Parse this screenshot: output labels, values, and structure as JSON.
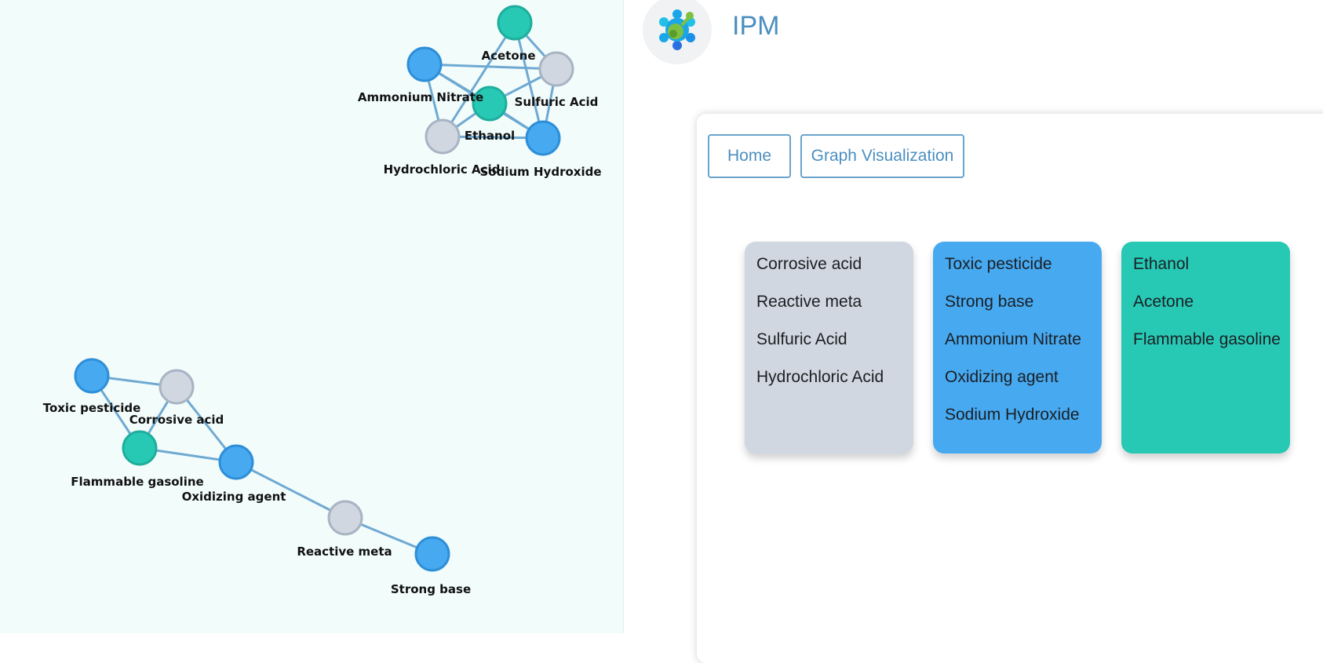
{
  "colors": {
    "gray_group": "#d1d7e0",
    "blue_group": "#47a9f0",
    "teal_group": "#27c9b5",
    "edge": "#6fa9d2",
    "brand_text": "#4b8fc0"
  },
  "graph": {
    "nodes": [
      {
        "id": "acetone",
        "label": "Acetone",
        "group": "teal"
      },
      {
        "id": "ammonium_nitrate",
        "label": "Ammonium Nitrate",
        "group": "blue"
      },
      {
        "id": "sulfuric_acid",
        "label": "Sulfuric Acid",
        "group": "gray"
      },
      {
        "id": "ethanol",
        "label": "Ethanol",
        "group": "teal"
      },
      {
        "id": "hydrochloric_acid",
        "label": "Hydrochloric Acid",
        "group": "gray"
      },
      {
        "id": "sodium_hydroxide",
        "label": "Sodium Hydroxide",
        "group": "blue"
      },
      {
        "id": "toxic_pesticide",
        "label": "Toxic pesticide",
        "group": "blue"
      },
      {
        "id": "corrosive_acid",
        "label": "Corrosive acid",
        "group": "gray"
      },
      {
        "id": "flammable_gasoline",
        "label": "Flammable gasoline",
        "group": "teal"
      },
      {
        "id": "oxidizing_agent",
        "label": "Oxidizing agent",
        "group": "blue"
      },
      {
        "id": "reactive_meta",
        "label": "Reactive meta",
        "group": "gray"
      },
      {
        "id": "strong_base",
        "label": "Strong base",
        "group": "blue"
      }
    ],
    "edges": [
      [
        "acetone",
        "sulfuric_acid"
      ],
      [
        "acetone",
        "hydrochloric_acid"
      ],
      [
        "acetone",
        "sodium_hydroxide"
      ],
      [
        "ammonium_nitrate",
        "sulfuric_acid"
      ],
      [
        "ammonium_nitrate",
        "ethanol"
      ],
      [
        "ammonium_nitrate",
        "hydrochloric_acid"
      ],
      [
        "ammonium_nitrate",
        "sodium_hydroxide"
      ],
      [
        "sulfuric_acid",
        "ethanol"
      ],
      [
        "sulfuric_acid",
        "sodium_hydroxide"
      ],
      [
        "ethanol",
        "hydrochloric_acid"
      ],
      [
        "ethanol",
        "sodium_hydroxide"
      ],
      [
        "hydrochloric_acid",
        "sodium_hydroxide"
      ],
      [
        "toxic_pesticide",
        "corrosive_acid"
      ],
      [
        "toxic_pesticide",
        "flammable_gasoline"
      ],
      [
        "corrosive_acid",
        "flammable_gasoline"
      ],
      [
        "corrosive_acid",
        "oxidizing_agent"
      ],
      [
        "flammable_gasoline",
        "oxidizing_agent"
      ],
      [
        "oxidizing_agent",
        "reactive_meta"
      ],
      [
        "reactive_meta",
        "strong_base"
      ]
    ]
  },
  "app": {
    "title": "IPM",
    "logo_icon": "molecule-logo-icon"
  },
  "nav": {
    "home_label": "Home",
    "graph_label": "Graph Visualization"
  },
  "groups": [
    {
      "color": "gray",
      "items": [
        "Corrosive acid",
        "Reactive meta",
        "Sulfuric Acid",
        "Hydrochloric Acid"
      ]
    },
    {
      "color": "blue",
      "items": [
        "Toxic pesticide",
        "Strong base",
        "Ammonium Nitrate",
        "Oxidizing agent",
        "Sodium Hydroxide"
      ]
    },
    {
      "color": "teal",
      "items": [
        "Ethanol",
        "Acetone",
        "Flammable gasoline"
      ]
    }
  ]
}
